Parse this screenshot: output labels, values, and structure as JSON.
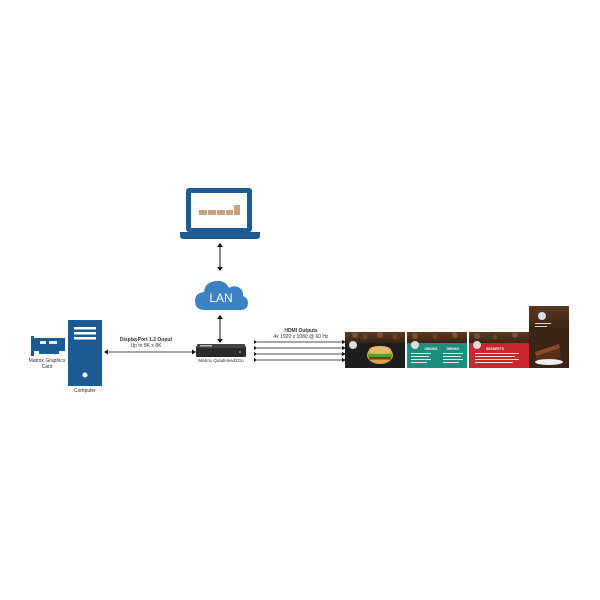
{
  "diagram": {
    "lan_label": "LAN",
    "graphics_card_label_1": "Matrox Graphics",
    "graphics_card_label_2": "Card",
    "computer_label": "Computer",
    "dp_title": "DisplayPort 1.2 Ouput",
    "dp_subtitle": "Up to 8K x 8K",
    "device_label": "Matrox QuadHead2Go",
    "hdmi_title": "HDMI Outputs",
    "hdmi_subtitle": "4x 1920 x 1080 @ 60 Hz",
    "screens": [
      {
        "title": "",
        "accent": "#2a2a2a"
      },
      {
        "title": "DRINKS",
        "accent": "#1e8c7e"
      },
      {
        "title": "DESSERTS",
        "accent": "#c8262c"
      }
    ]
  },
  "colors": {
    "brand_blue": "#1c5a94",
    "cloud_blue": "#3a82c4",
    "laptop_blue": "#1f5b93",
    "chart_bar": "#c9a27a"
  }
}
